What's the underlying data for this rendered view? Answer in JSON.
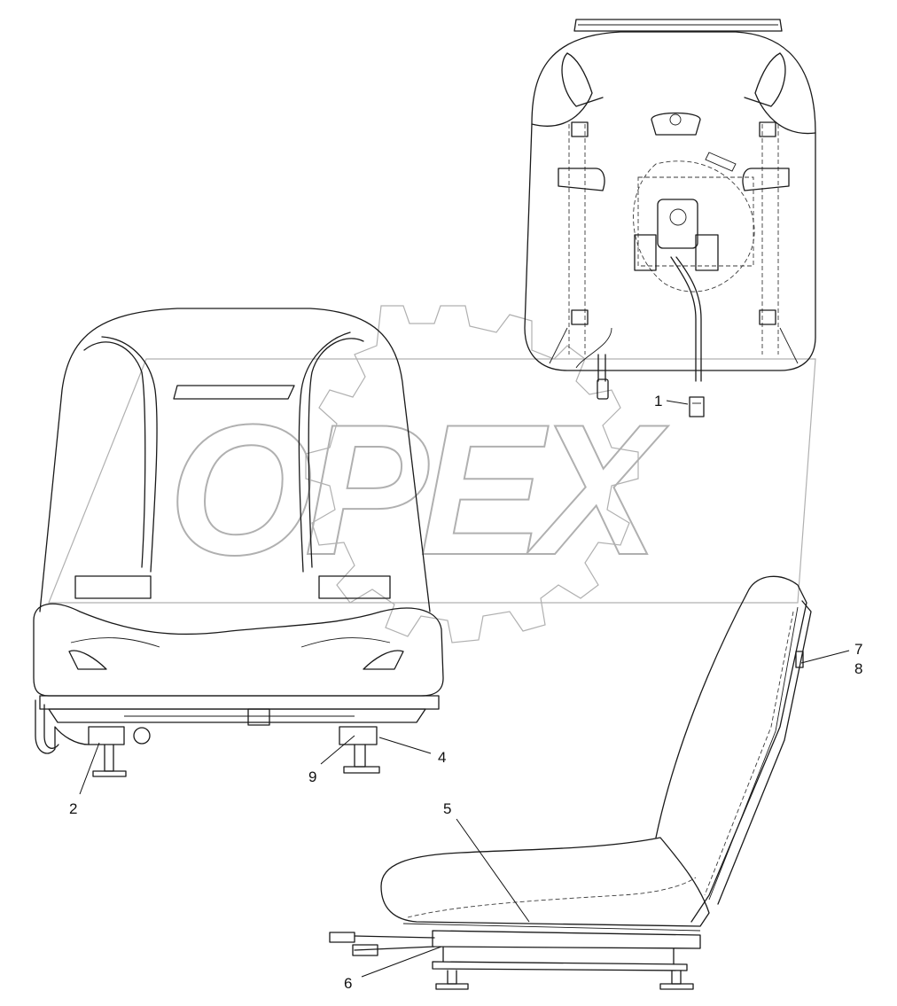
{
  "watermark": {
    "text": "OPEX"
  },
  "callouts": [
    {
      "id": "1",
      "label": "1"
    },
    {
      "id": "2",
      "label": "2"
    },
    {
      "id": "4",
      "label": "4"
    },
    {
      "id": "5",
      "label": "5"
    },
    {
      "id": "6",
      "label": "6"
    },
    {
      "id": "7",
      "label": "7"
    },
    {
      "id": "8",
      "label": "8"
    },
    {
      "id": "9",
      "label": "9"
    }
  ],
  "colors": {
    "line": "#1a1a1a",
    "watermark": "#b0b0b0",
    "background": "#ffffff"
  }
}
